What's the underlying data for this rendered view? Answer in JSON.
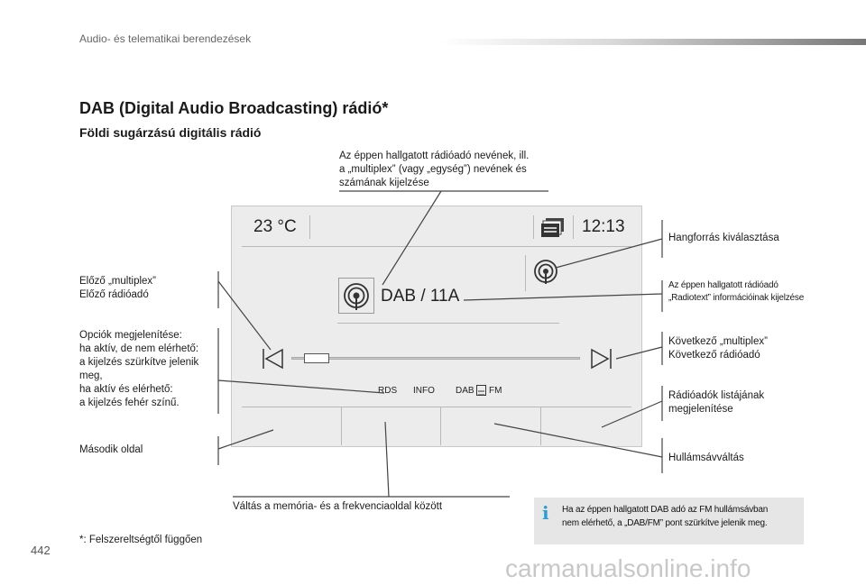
{
  "header": {
    "section_title": "Audio- és telematikai berendezések"
  },
  "title": "DAB (Digital Audio Broadcasting) rádió*",
  "subtitle": "Földi sugárzású digitális rádió",
  "screen": {
    "temperature": "23 °C",
    "time": "12:13",
    "station": "DAB / 11A",
    "buttons": {
      "rds": "RDS",
      "info": "INFO",
      "dab": "DAB",
      "fm": "FM"
    }
  },
  "callouts": {
    "top": [
      "Az éppen hallgatott rádióadó nevének, ill.",
      "a „multiplex” (vagy „egység”) nevének és",
      "számának kijelzése"
    ],
    "source": "Hangforrás kiválasztása",
    "radiotext": [
      "Az éppen hallgatott rádióadó",
      "„Radiotext” információinak kijelzése"
    ],
    "prev": [
      "Előző „multiplex”",
      "Előző rádióadó"
    ],
    "options": [
      "Opciók megjelenítése:",
      "ha aktív, de nem elérhető:",
      "a kijelzés szürkítve jelenik",
      "meg,",
      "ha aktív és elérhető:",
      "a kijelzés fehér színű."
    ],
    "next": [
      "Következő „multiplex”",
      "Következő rádióadó"
    ],
    "list": [
      "Rádióadók listájának",
      "megjelenítése"
    ],
    "second_page": "Második oldal",
    "band": "Hullámsávváltás",
    "memory": "Váltás a memória- és a frekvenciaoldal között"
  },
  "footnote": "*: Felszereltségtől függően",
  "info_box": {
    "icon": "info-icon",
    "lines": [
      "Ha az éppen hallgatott DAB adó az FM hullámsávban",
      "nem elérhető, a „DAB/FM” pont szürkítve jelenik meg."
    ]
  },
  "page_number": "442",
  "watermark": "carmanualsonline.info"
}
